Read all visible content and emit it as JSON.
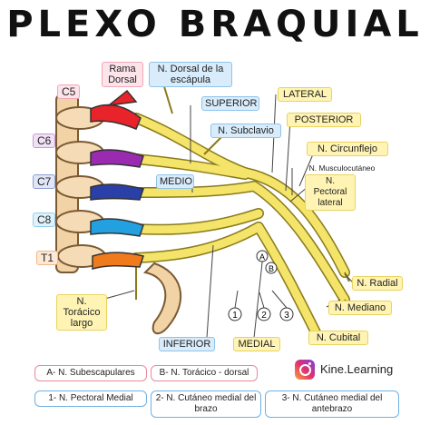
{
  "title": "PLEXO BRAQUIAL",
  "roots": [
    "C5",
    "C6",
    "C7",
    "C8",
    "T1"
  ],
  "root_colors": {
    "C5": "#e8232a",
    "C6": "#9a2ab0",
    "C7": "#2b3fa8",
    "C8": "#22a0e0",
    "T1": "#f07b1c"
  },
  "labels": {
    "rama_dorsal": "Rama Dorsal",
    "n_dorsal_escapula": "N. Dorsal de la escápula",
    "superior": "SUPERIOR",
    "n_subclavio": "N. Subclavio",
    "medio": "MEDIO",
    "inferior": "INFERIOR",
    "lateral": "LATERAL",
    "posterior": "POSTERIOR",
    "medial": "MEDIAL",
    "n_circunflejo": "N. Circunflejo",
    "n_musculocutaneo": "N. Musculocutáneo",
    "n_pectoral_lateral": "N. Pectoral lateral",
    "n_radial": "N. Radial",
    "n_mediano": "N. Mediano",
    "n_cubital": "N. Cubital",
    "n_toracico_largo": "N. Torácico largo",
    "marker_a": "A",
    "marker_b": "B",
    "marker_1": "1",
    "marker_2": "2",
    "marker_3": "3"
  },
  "legend": {
    "a": "A- N. Subescapulares",
    "b": "B- N. Torácico - dorsal",
    "n1": "1- N. Pectoral Medial",
    "n2": "2- N. Cutáneo medial del brazo",
    "n3": "3- N. Cutáneo medial del antebrazo"
  },
  "brand": {
    "handle": "Kine.Learning",
    "icon": "instagram-icon"
  },
  "colors": {
    "nerve_yellow": "#f4e46a",
    "nerve_outline": "#8a7a1a",
    "bone": "#f2d3a6",
    "bone_outline": "#7a5a34"
  }
}
